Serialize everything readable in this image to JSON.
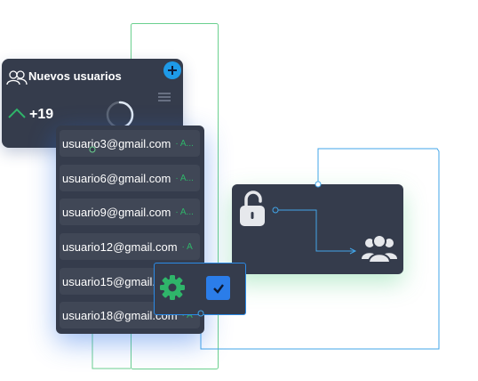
{
  "users_card": {
    "title": "Nuevos usuarios",
    "count": "+19"
  },
  "email_list": [
    {
      "email": "usuario3@gmail.com",
      "status": "· A..."
    },
    {
      "email": "usuario6@gmail.com",
      "status": "· A..."
    },
    {
      "email": "usuario9@gmail.com",
      "status": "· A..."
    },
    {
      "email": "usuario12@gmail.com",
      "status": "· A"
    },
    {
      "email": "usuario15@gmail.com",
      "status": ""
    },
    {
      "email": "usuario18@gmail.com",
      "status": "· A"
    }
  ],
  "colors": {
    "card_bg": "#353c4c",
    "row_bg": "#404756",
    "accent_blue": "#1e9ae8",
    "accent_green": "#2fb56a",
    "line_green": "#6bd08f",
    "line_blue": "#42a5e8"
  },
  "icons": {
    "users_card": [
      "users-group-icon",
      "add-icon",
      "menu-icon",
      "trend-up-icon",
      "spinner-icon"
    ],
    "security_card": [
      "lock-open-icon",
      "users-group-icon"
    ],
    "settings_popover": [
      "gear-icon",
      "check-icon"
    ]
  }
}
